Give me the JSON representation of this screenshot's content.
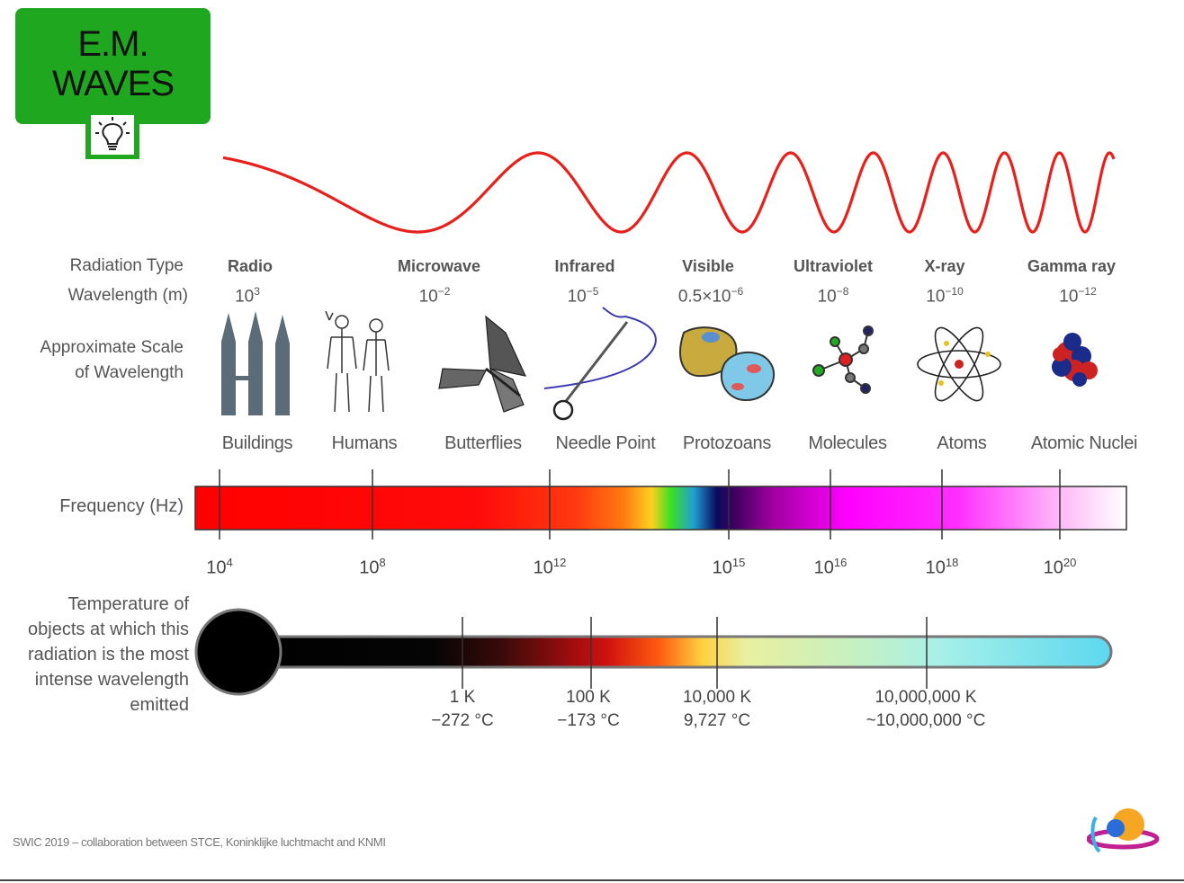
{
  "title": {
    "line1": "E.M.",
    "line2": "WAVES"
  },
  "icons": {
    "title_icon": "lightbulb-icon",
    "logo": "stce-logo-icon"
  },
  "row_labels": {
    "radiation_type": "Radiation Type",
    "wavelength": "Wavelength (m)",
    "scale_line1": "Approximate Scale",
    "scale_line2": "of Wavelength",
    "frequency": "Frequency (Hz)",
    "temperature": "Temperature of objects at which this radiation is the most intense wavelength emitted"
  },
  "radiation_types": [
    {
      "name": "Radio",
      "wl_base": "10",
      "wl_exp": "3"
    },
    {
      "name": "Microwave",
      "wl_base": "10",
      "wl_exp": "−2"
    },
    {
      "name": "Infrared",
      "wl_base": "10",
      "wl_exp": "−5"
    },
    {
      "name": "Visible",
      "wl_base": "0.5×10",
      "wl_exp": "−6"
    },
    {
      "name": "Ultraviolet",
      "wl_base": "10",
      "wl_exp": "−8"
    },
    {
      "name": "X-ray",
      "wl_base": "10",
      "wl_exp": "−10"
    },
    {
      "name": "Gamma ray",
      "wl_base": "10",
      "wl_exp": "−12"
    }
  ],
  "scale_objects": [
    {
      "name": "Buildings",
      "icon": "buildings-icon"
    },
    {
      "name": "Humans",
      "icon": "humans-icon"
    },
    {
      "name": "Butterflies",
      "icon": "butterfly-icon"
    },
    {
      "name": "Needle Point",
      "icon": "needle-icon"
    },
    {
      "name": "Protozoans",
      "icon": "protozoa-icon"
    },
    {
      "name": "Molecules",
      "icon": "molecule-icon"
    },
    {
      "name": "Atoms",
      "icon": "atom-icon"
    },
    {
      "name": "Atomic Nuclei",
      "icon": "nucleus-icon"
    }
  ],
  "frequency_ticks": [
    {
      "base": "10",
      "exp": "4"
    },
    {
      "base": "10",
      "exp": "8"
    },
    {
      "base": "10",
      "exp": "12"
    },
    {
      "base": "10",
      "exp": "15"
    },
    {
      "base": "10",
      "exp": "16"
    },
    {
      "base": "10",
      "exp": "18"
    },
    {
      "base": "10",
      "exp": "20"
    }
  ],
  "temperature_ticks": [
    {
      "kelvin": "1 K",
      "celsius": "−272 °C"
    },
    {
      "kelvin": "100 K",
      "celsius": "−173 °C"
    },
    {
      "kelvin": "10,000 K",
      "celsius": "9,727 °C"
    },
    {
      "kelvin": "10,000,000 K",
      "celsius": "~10,000,000 °C"
    }
  ],
  "footer": "SWIC 2019 – collaboration between STCE, Koninklijke luchtmacht and KNMI",
  "colors": {
    "title_green": "#1fa81f",
    "wave_red": "#e8201c"
  }
}
